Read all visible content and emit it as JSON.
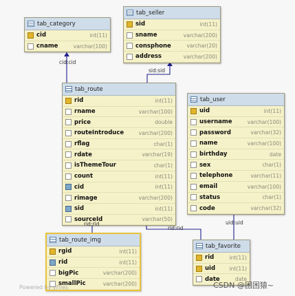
{
  "tables": [
    {
      "id": "tab_category",
      "title": "tab_category",
      "selected": false,
      "fields": [
        {
          "name": "cid",
          "type": "int(11)",
          "kind": "key"
        },
        {
          "name": "cname",
          "type": "varchar(100)",
          "kind": "col"
        }
      ]
    },
    {
      "id": "tab_seller",
      "title": "tab_seller",
      "selected": false,
      "fields": [
        {
          "name": "sid",
          "type": "int(11)",
          "kind": "key"
        },
        {
          "name": "sname",
          "type": "varchar(200)",
          "kind": "col"
        },
        {
          "name": "consphone",
          "type": "varchar(20)",
          "kind": "col"
        },
        {
          "name": "address",
          "type": "varchar(200)",
          "kind": "col"
        }
      ]
    },
    {
      "id": "tab_route",
      "title": "tab_route",
      "selected": false,
      "fields": [
        {
          "name": "rid",
          "type": "int(11)",
          "kind": "key"
        },
        {
          "name": "rname",
          "type": "varchar(100)",
          "kind": "col"
        },
        {
          "name": "price",
          "type": "double",
          "kind": "col"
        },
        {
          "name": "routeIntroduce",
          "type": "varchar(200)",
          "kind": "col"
        },
        {
          "name": "rflag",
          "type": "char(1)",
          "kind": "col"
        },
        {
          "name": "rdate",
          "type": "varchar(19)",
          "kind": "col"
        },
        {
          "name": "isThemeTour",
          "type": "char(1)",
          "kind": "col"
        },
        {
          "name": "count",
          "type": "int(11)",
          "kind": "col"
        },
        {
          "name": "cid",
          "type": "int(11)",
          "kind": "fk"
        },
        {
          "name": "rimage",
          "type": "varchar(200)",
          "kind": "col"
        },
        {
          "name": "sid",
          "type": "int(11)",
          "kind": "fk"
        },
        {
          "name": "sourceId",
          "type": "varchar(50)",
          "kind": "col"
        }
      ]
    },
    {
      "id": "tab_user",
      "title": "tab_user",
      "selected": false,
      "fields": [
        {
          "name": "uid",
          "type": "int(11)",
          "kind": "key"
        },
        {
          "name": "username",
          "type": "varchar(100)",
          "kind": "col"
        },
        {
          "name": "password",
          "type": "varchar(32)",
          "kind": "col"
        },
        {
          "name": "name",
          "type": "varchar(100)",
          "kind": "col"
        },
        {
          "name": "birthday",
          "type": "date",
          "kind": "col"
        },
        {
          "name": "sex",
          "type": "char(1)",
          "kind": "col"
        },
        {
          "name": "telephone",
          "type": "varchar(11)",
          "kind": "col"
        },
        {
          "name": "email",
          "type": "varchar(100)",
          "kind": "col"
        },
        {
          "name": "status",
          "type": "char(1)",
          "kind": "col"
        },
        {
          "name": "code",
          "type": "varchar(32)",
          "kind": "col"
        }
      ]
    },
    {
      "id": "tab_route_img",
      "title": "tab_route_img",
      "selected": true,
      "fields": [
        {
          "name": "rgid",
          "type": "int(11)",
          "kind": "key"
        },
        {
          "name": "rid",
          "type": "int(11)",
          "kind": "fk"
        },
        {
          "name": "bigPic",
          "type": "varchar(200)",
          "kind": "col"
        },
        {
          "name": "smallPic",
          "type": "varchar(200)",
          "kind": "col"
        }
      ]
    },
    {
      "id": "tab_favorite",
      "title": "tab_favorite",
      "selected": false,
      "fields": [
        {
          "name": "rid",
          "type": "int(11)",
          "kind": "key"
        },
        {
          "name": "uid",
          "type": "int(11)",
          "kind": "key"
        },
        {
          "name": "date",
          "type": "date",
          "kind": "col"
        }
      ]
    }
  ],
  "relations": [
    {
      "label": "cid:cid",
      "from": "tab_route",
      "to": "tab_category"
    },
    {
      "label": "sid:sid",
      "from": "tab_route",
      "to": "tab_seller"
    },
    {
      "label": "rid:rid",
      "from": "tab_route_img",
      "to": "tab_route"
    },
    {
      "label": "rid:rid",
      "from": "tab_favorite",
      "to": "tab_route"
    },
    {
      "label": "uid:uid",
      "from": "tab_favorite",
      "to": "tab_user"
    }
  ],
  "watermark": "Powered by yFiles",
  "credit": "CSDN @困困猿~",
  "colors": {
    "header": "#cfddea",
    "body": "#f5f1c8",
    "edge": "#1f1f8c",
    "key": "#e1b52d",
    "fk": "#7ea6c9",
    "selected": "#e8c23a"
  }
}
